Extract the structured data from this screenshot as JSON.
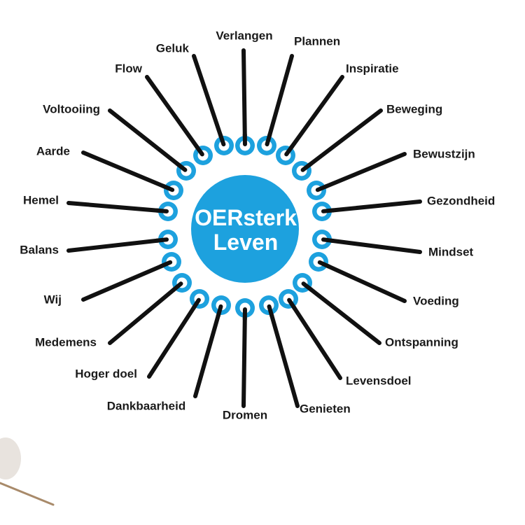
{
  "center": {
    "line1": "OERsterk",
    "line2": "Leven"
  },
  "spokes": [
    "Verlangen",
    "Plannen",
    "Inspiratie",
    "Beweging",
    "Bewustzijn",
    "Gezondheid",
    "Mindset",
    "Voeding",
    "Ontspanning",
    "Levensdoel",
    "Genieten",
    "Dromen",
    "Dankbaarheid",
    "Hoger doel",
    "Medemens",
    "Wij",
    "Balans",
    "Hemel",
    "Aarde",
    "Voltooiing",
    "Flow",
    "Geluk"
  ],
  "colors": {
    "accent": "#1da1de",
    "spoke": "#111111",
    "label": "#1a1a1a"
  }
}
